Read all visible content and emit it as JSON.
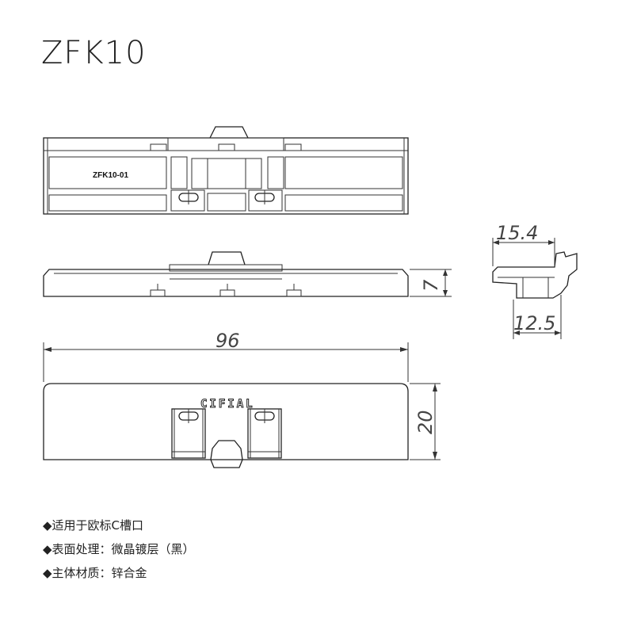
{
  "title": "ZFK10",
  "part_label": "ZFK10-01",
  "brand_mark": "CIFIAL",
  "dimensions": {
    "length": "96",
    "width": "20",
    "height": "7",
    "profile_top": "15.4",
    "profile_bottom": "12.5"
  },
  "notes": [
    "◆适用于欧标C槽口",
    "◆表面处理：微晶镀层（黑）",
    "◆主体材质：锌合金"
  ]
}
